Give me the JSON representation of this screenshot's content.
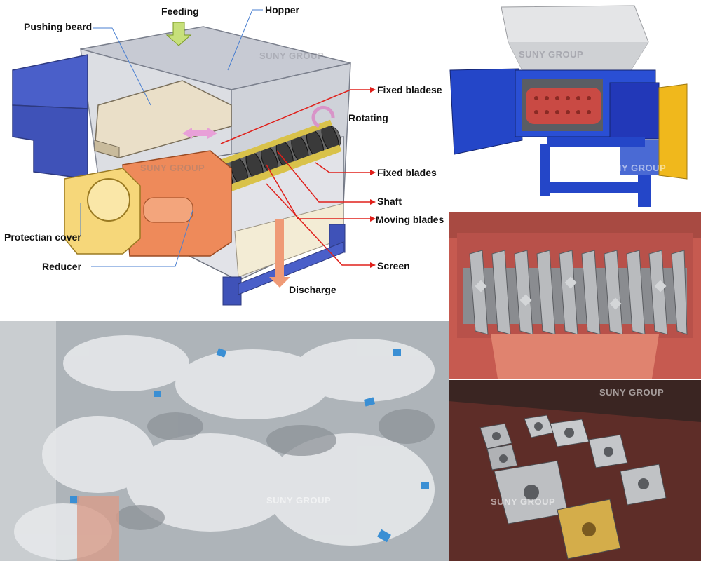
{
  "diagram": {
    "labels": {
      "feeding": "Feeding",
      "hopper": "Hopper",
      "pushing_beard": "Pushing beard",
      "fixed_bladese": "Fixed bladese",
      "rotating": "Rotating",
      "fixed_blades": "Fixed blades",
      "shaft": "Shaft",
      "moving_blades": "Moving blades",
      "protectian_cover": "Protectian cover",
      "reducer": "Reducer",
      "screen": "Screen",
      "discharge": "Discharge"
    },
    "watermark": "SUNY GROUP"
  },
  "photos": {
    "machine_watermark": "SUNY GROUP",
    "blades_watermark": "SUNY GROUP",
    "material_watermark": "SUNY GROUP"
  },
  "colors": {
    "frame_blue": "#4a5fc9",
    "hopper_grey": "#b8bcc6",
    "reducer_orange": "#ee8a5a",
    "cover_yellow": "#f6d77a",
    "arrow_red": "#e0201b",
    "machine_blue": "#2446c8",
    "chamber_red": "#c94a44",
    "motor_yellow": "#f0b81c"
  }
}
